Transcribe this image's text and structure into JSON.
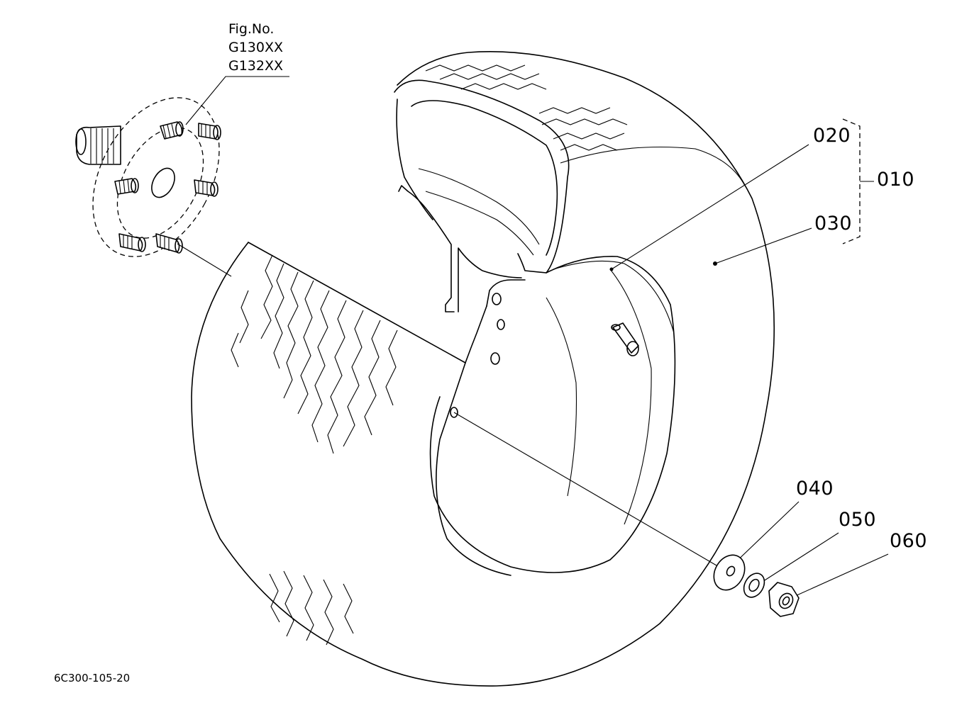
{
  "figure": {
    "fig_no_label": "Fig.No.",
    "fig_codes": [
      "G130XX",
      "G132XX"
    ]
  },
  "callouts": {
    "p010": "010",
    "p020": "020",
    "p030": "030",
    "p040": "040",
    "p050": "050",
    "p060": "060"
  },
  "drawing_code": "6C300-105-20",
  "colors": {
    "ink": "#000000",
    "paper": "#ffffff"
  }
}
